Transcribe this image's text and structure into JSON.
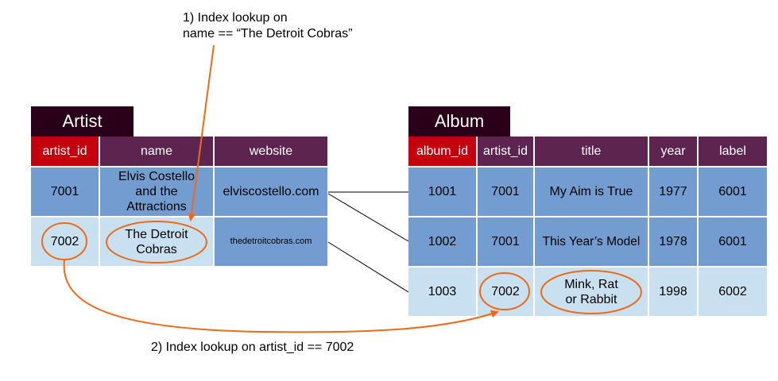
{
  "annotations": {
    "step1_line1": "1) Index lookup on",
    "step1_line2": "name == “The Detroit Cobras”",
    "step2": "2) Index lookup on artist_id == 7002"
  },
  "artist": {
    "title": "Artist",
    "headers": [
      "artist_id",
      "name",
      "website"
    ],
    "rows": [
      [
        "7001",
        "Elvis Costello and the Attractions",
        "elviscostello.com"
      ],
      [
        "7002",
        "The Detroit Cobras",
        "thedetroitcobras.com"
      ]
    ]
  },
  "album": {
    "title": "Album",
    "headers": [
      "album_id",
      "artist_id",
      "title",
      "year",
      "label"
    ],
    "rows": [
      [
        "1001",
        "7001",
        "My Aim is True",
        "1977",
        "6001"
      ],
      [
        "1002",
        "7001",
        "This Year’s Model",
        "1978",
        "6001"
      ],
      [
        "1003",
        "7002",
        "Mink, Rat or Rabbit",
        "1998",
        "6002"
      ]
    ]
  },
  "colors": {
    "key_header": "#c4000e",
    "header": "#5d2450",
    "title_bg": "#2a0019",
    "row_dark": "#739dd0",
    "row_light": "#c9e0f1",
    "highlight": "#ee6a17"
  }
}
